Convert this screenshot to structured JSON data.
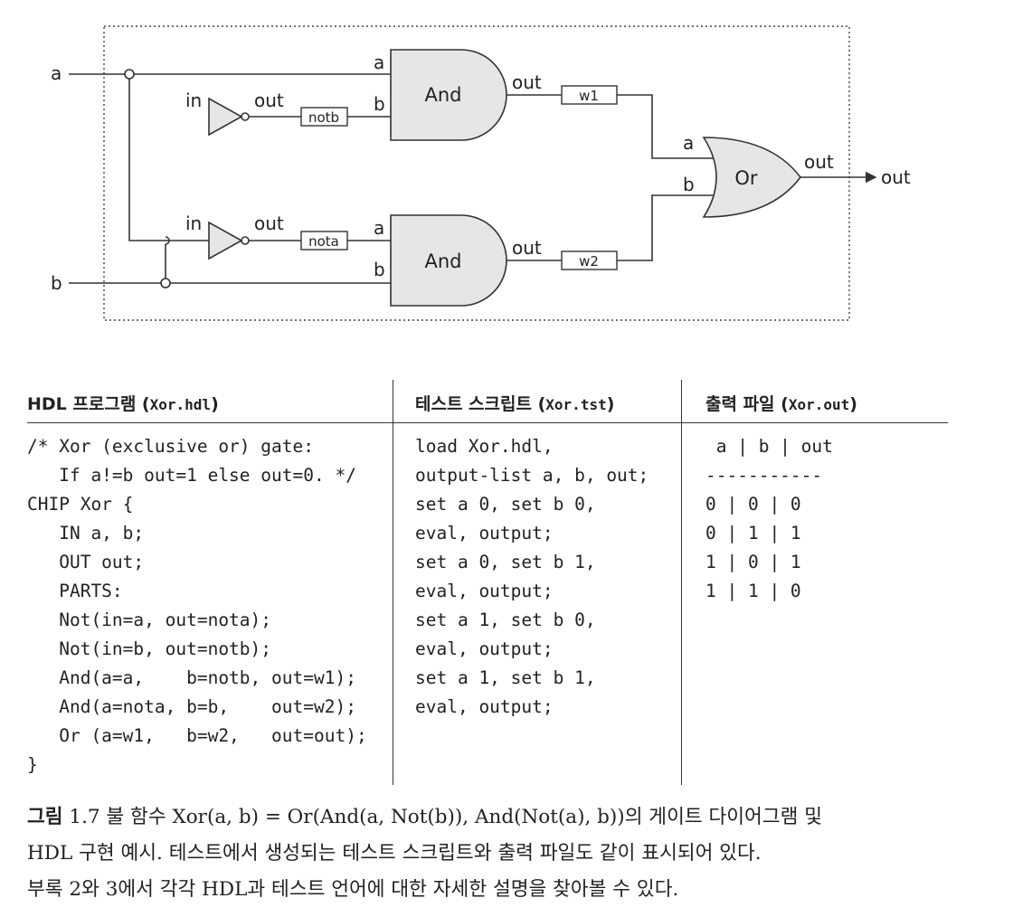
{
  "diagram": {
    "inputs": [
      "a",
      "b"
    ],
    "output": "out",
    "not_gates": [
      {
        "in_label": "in",
        "out_label": "out",
        "wire": "notb"
      },
      {
        "in_label": "in",
        "out_label": "out",
        "wire": "nota"
      }
    ],
    "and_gates": [
      {
        "name": "And",
        "pin_a": "a",
        "pin_b": "b",
        "out_label": "out",
        "wire": "w1"
      },
      {
        "name": "And",
        "pin_a": "a",
        "pin_b": "b",
        "out_label": "out",
        "wire": "w2"
      }
    ],
    "or_gate": {
      "name": "Or",
      "pin_a": "a",
      "pin_b": "b",
      "out_label": "out"
    }
  },
  "table": {
    "columns": [
      {
        "title": "HDL 프로그램 (",
        "file": "Xor.hdl",
        "close": ")",
        "lines": [
          "/* Xor (exclusive or) gate:",
          "   If a!=b out=1 else out=0. */",
          "CHIP Xor {",
          "   IN a, b;",
          "   OUT out;",
          "   PARTS:",
          "   Not(in=a, out=nota);",
          "   Not(in=b, out=notb);",
          "   And(a=a,    b=notb, out=w1);",
          "   And(a=nota, b=b,    out=w2);",
          "   Or (a=w1,   b=w2,   out=out);",
          "}"
        ]
      },
      {
        "title": "테스트 스크립트 (",
        "file": "Xor.tst",
        "close": ")",
        "lines": [
          "load Xor.hdl,",
          "output-list a, b, out;",
          "set a 0, set b 0,",
          "eval, output;",
          "set a 0, set b 1,",
          "eval, output;",
          "set a 1, set b 0,",
          "eval, output;",
          "set a 1, set b 1,",
          "eval, output;"
        ]
      },
      {
        "title": "출력 파일 (",
        "file": "Xor.out",
        "close": ")",
        "lines": [
          " a | b | out",
          "-----------",
          "0 | 0 | 0",
          "0 | 1 | 1",
          "1 | 0 | 1",
          "1 | 1 | 0"
        ]
      }
    ]
  },
  "caption": {
    "label": "그림",
    "number": " 1.7",
    "lines": [
      " 불 함수 Xor(a, b) = Or(And(a, Not(b)), And(Not(a), b))의 게이트 다이어그램 및",
      "HDL 구현 예시. 테스트에서 생성되는 테스트 스크립트와 출력 파일도 같이 표시되어 있다.",
      "부록 2와 3에서 각각 HDL과 테스트 언어에 대한 자세한 설명을 찾아볼 수 있다."
    ]
  }
}
